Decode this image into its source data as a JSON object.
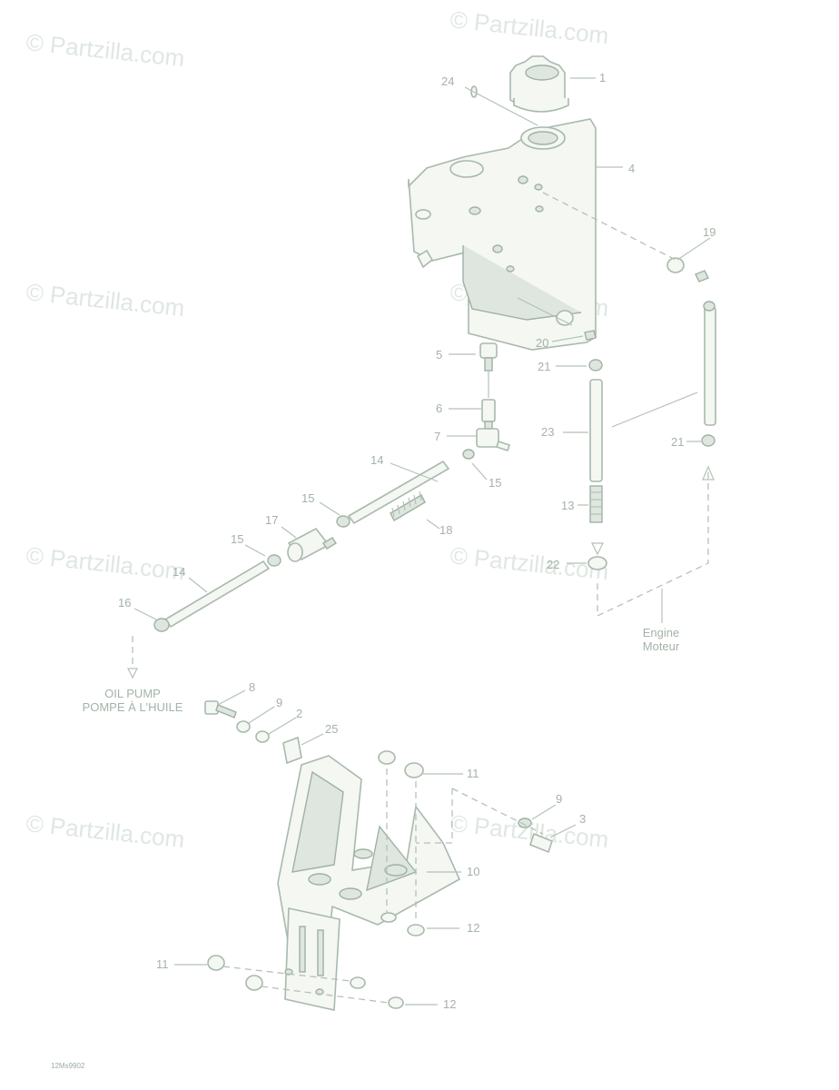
{
  "watermark": "© Partzilla.com",
  "callouts": {
    "c1": "1",
    "c2": "2",
    "c3": "3",
    "c4": "4",
    "c5": "5",
    "c6": "6",
    "c7": "7",
    "c8": "8",
    "c9a": "9",
    "c9b": "9",
    "c10": "10",
    "c11a": "11",
    "c11b": "11",
    "c12a": "12",
    "c12b": "12",
    "c13": "13",
    "c14a": "14",
    "c14b": "14",
    "c15a": "15",
    "c15b": "15",
    "c15c": "15",
    "c16": "16",
    "c17": "17",
    "c18": "18",
    "c19": "19",
    "c20": "20",
    "c21a": "21",
    "c21b": "21",
    "c22": "22",
    "c23": "23",
    "c24": "24",
    "c25": "25"
  },
  "notes": {
    "engine_en": "Engine",
    "engine_fr": "Moteur",
    "oil_pump_en": "OIL PUMP",
    "oil_pump_fr": "POMPE À L'HUILE"
  },
  "drawing_code": "12Ms9902"
}
